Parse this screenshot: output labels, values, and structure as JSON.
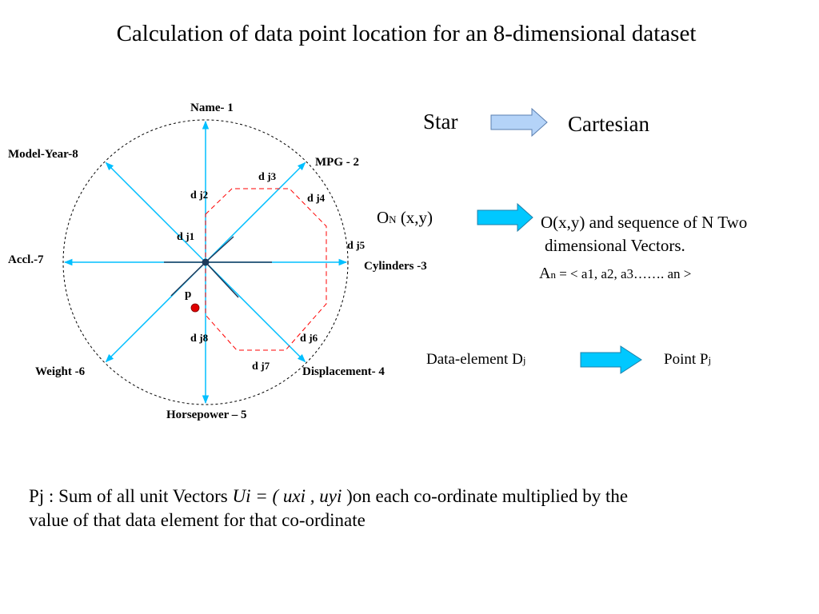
{
  "title": "Calculation of data point location for an 8-dimensional dataset",
  "colors": {
    "axis": "#00BFFF",
    "polygon": "#FF0000",
    "circle": "#000000",
    "point": "#E00000",
    "arrow_fill_light": "#B4D3F8",
    "arrow_fill_cyan": "#00C8FF"
  },
  "diagram": {
    "axes": [
      {
        "label": "Name- 1"
      },
      {
        "label": "MPG - 2"
      },
      {
        "label": "Cylinders -3"
      },
      {
        "label": "Displacement- 4"
      },
      {
        "label": "Horsepower – 5"
      },
      {
        "label": "Weight -6"
      },
      {
        "label": "Accl.-7"
      },
      {
        "label": "Model-Year-8"
      }
    ],
    "distance_labels": [
      {
        "d": "d",
        "j": "j1"
      },
      {
        "d": "d",
        "j": "j2"
      },
      {
        "d": "d",
        "j": "j3"
      },
      {
        "d": "d",
        "j": "j4"
      },
      {
        "d": "d",
        "j": "j5"
      },
      {
        "d": "d",
        "j": "j6"
      },
      {
        "d": "d",
        "j": "j7"
      },
      {
        "d": "d",
        "j": "j8"
      }
    ],
    "point_label": "p"
  },
  "mapping": {
    "star": "Star",
    "cartesian": "Cartesian",
    "origin_left_main": "O",
    "origin_left_sub": "N",
    "origin_left_rest": " (x,y)",
    "origin_right_line1": "O(x,y) and sequence of N Two",
    "origin_right_line2": "dimensional Vectors.",
    "seq_a": "A",
    "seq_n": "n",
    "seq_rest": " = < a1, a2, a3……. an >",
    "data_element_main": "Data-element D",
    "data_element_sub": "j",
    "point_main": "Point P",
    "point_sub": "j"
  },
  "footer": {
    "part1": "Pj : Sum of all unit Vectors ",
    "ui": "Ui = ( uxi , uyi ",
    "part2": ")on each co-ordinate multiplied by the",
    "line2": "value of   that data element for that co-ordinate"
  }
}
